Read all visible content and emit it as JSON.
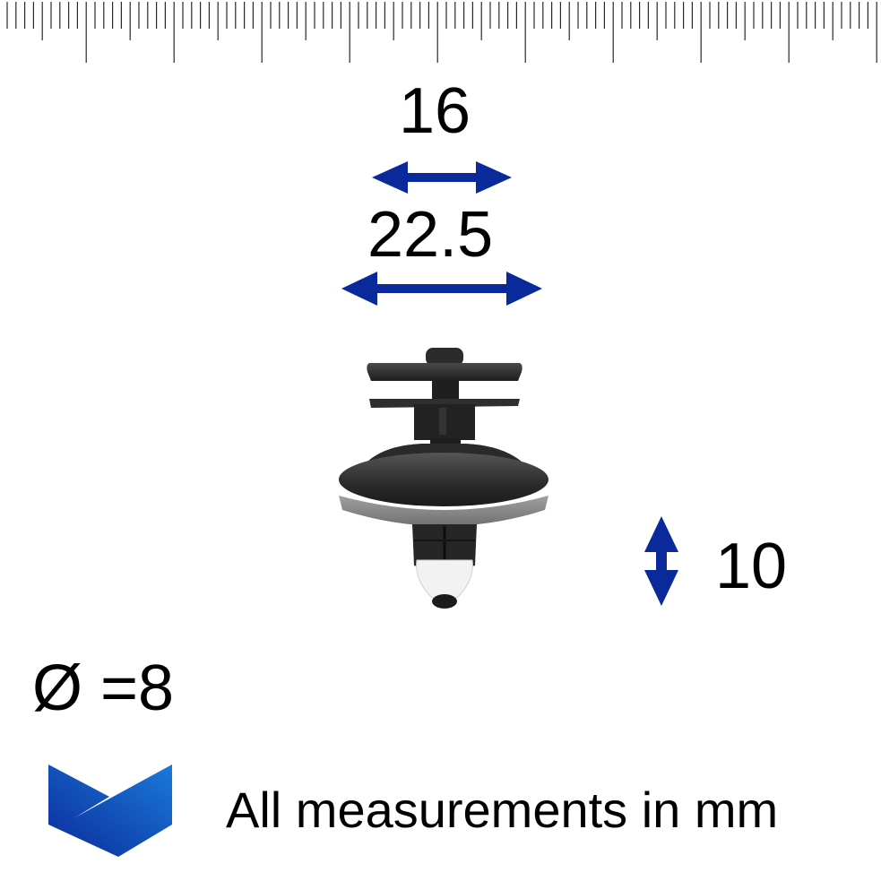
{
  "ruler": {
    "unit": "mm",
    "tick_spacing_px": 9.8,
    "first_tick_x": 8,
    "major_every": 10,
    "mid_every": 5,
    "count": 100
  },
  "dimensions": {
    "head_width": {
      "value": "16",
      "direction": "horizontal"
    },
    "flange_width": {
      "value": "22.5",
      "direction": "horizontal"
    },
    "height": {
      "value": "10",
      "direction": "vertical"
    },
    "diameter": {
      "symbol": "Ø",
      "text": "Ø =8"
    }
  },
  "footer": {
    "note": "All measurements in mm"
  },
  "colors": {
    "arrow": "#0a2a9c",
    "text": "#000000",
    "logo_light": "#1a73d9",
    "logo_dark": "#0b2e9e",
    "clip_dark": "#2a2a2a",
    "clip_gray": "#8a8a8a",
    "clip_tip": "#f2f2f2"
  },
  "product": {
    "name": "plastic-trim-clip"
  }
}
